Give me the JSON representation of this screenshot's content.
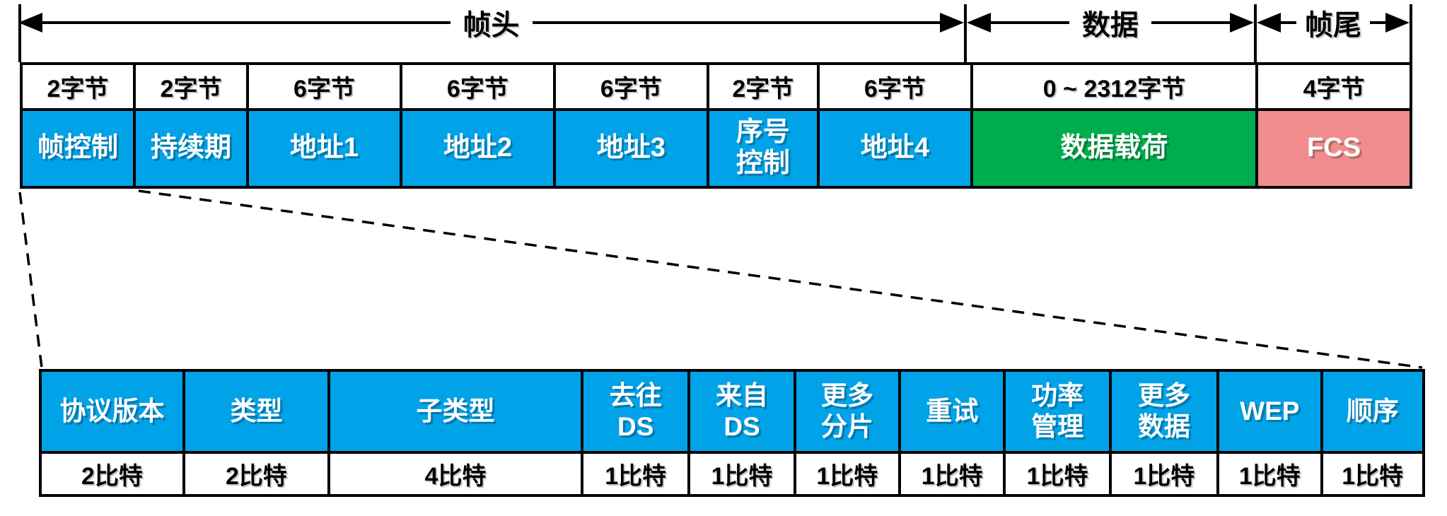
{
  "regions": [
    {
      "label": "帧头"
    },
    {
      "label": "数据"
    },
    {
      "label": "帧尾"
    }
  ],
  "frame_fields": [
    {
      "size": "2字节",
      "label": "帧控制"
    },
    {
      "size": "2字节",
      "label": "持续期"
    },
    {
      "size": "6字节",
      "label": "地址1"
    },
    {
      "size": "6字节",
      "label": "地址2"
    },
    {
      "size": "6字节",
      "label": "地址3"
    },
    {
      "size": "2字节",
      "label": "序号\n控制"
    },
    {
      "size": "6字节",
      "label": "地址4"
    },
    {
      "size": "0 ~ 2312字节",
      "label": "数据载荷"
    },
    {
      "size": "4字节",
      "label": "FCS"
    }
  ],
  "frame_control_fields": [
    {
      "label": "协议版本",
      "size": "2比特"
    },
    {
      "label": "类型",
      "size": "2比特"
    },
    {
      "label": "子类型",
      "size": "4比特"
    },
    {
      "label": "去往\nDS",
      "size": "1比特"
    },
    {
      "label": "来自\nDS",
      "size": "1比特"
    },
    {
      "label": "更多\n分片",
      "size": "1比特"
    },
    {
      "label": "重试",
      "size": "1比特"
    },
    {
      "label": "功率\n管理",
      "size": "1比特"
    },
    {
      "label": "更多\n数据",
      "size": "1比特"
    },
    {
      "label": "WEP",
      "size": "1比特"
    },
    {
      "label": "顺序",
      "size": "1比特"
    }
  ],
  "colors": {
    "field_blue": "#00A2E8",
    "payload_green": "#00AD4E",
    "fcs_pink": "#F18C8D"
  }
}
